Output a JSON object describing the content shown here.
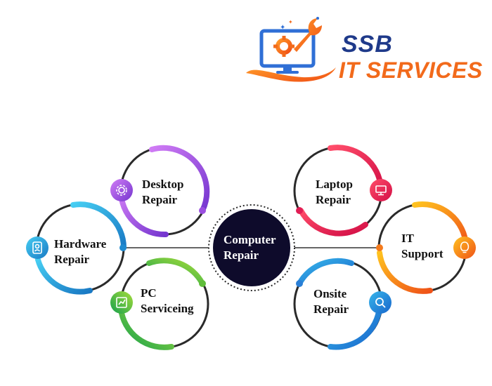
{
  "logo": {
    "line1": "SSB",
    "line2": "IT SERVICES",
    "colors": {
      "navy": "#1f3a8a",
      "orange": "#f26a1b",
      "blue": "#2f6fd6"
    }
  },
  "center": {
    "line1": "Computer",
    "line2": "Repair",
    "fill": "#0e0b2b"
  },
  "nodes": [
    {
      "id": "desktop",
      "line1": "Desktop",
      "line2": "Repair",
      "icon": "gear-icon",
      "colors": [
        "#c86bf0",
        "#7a3fd1"
      ]
    },
    {
      "id": "hardware",
      "line1": "Hardware",
      "line2": "Repair",
      "icon": "user-icon",
      "colors": [
        "#39c2ef",
        "#1a86c9"
      ]
    },
    {
      "id": "pc",
      "line1": "PC",
      "line2": "Serviceing",
      "icon": "chart-icon",
      "colors": [
        "#8fd33a",
        "#1fa84b"
      ]
    },
    {
      "id": "laptop",
      "line1": "Laptop",
      "line2": "Repair",
      "icon": "monitor-icon",
      "colors": [
        "#f5345a",
        "#d91048"
      ]
    },
    {
      "id": "itsupport",
      "line1": "IT",
      "line2": "Support",
      "icon": "lightbulb-icon",
      "colors": [
        "#ffb21c",
        "#f0601a"
      ]
    },
    {
      "id": "onsite",
      "line1": "Onsite",
      "line2": "Repair",
      "icon": "search-icon",
      "colors": [
        "#2aa7e3",
        "#1b6fcf"
      ]
    }
  ]
}
